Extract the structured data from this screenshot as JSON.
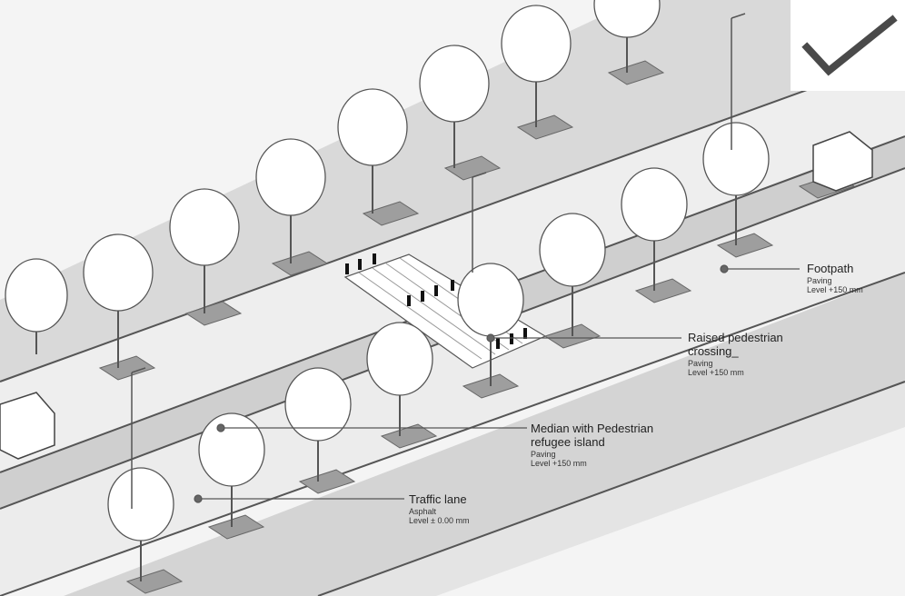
{
  "labels": {
    "footpath": {
      "title": "Footpath",
      "material": "Paving",
      "level": "Level  +150 mm"
    },
    "crossing": {
      "title_line1": "Raised pedestrian",
      "title_line2": "crossing_",
      "material": "Paving",
      "level": "Level  +150 mm"
    },
    "median": {
      "title_line1": "Median with Pedestrian",
      "title_line2": "refugee island",
      "material": "Paving",
      "level": "Level  +150 mm"
    },
    "traffic": {
      "title": "Traffic lane",
      "material": "Asphalt",
      "level": "Level ± 0.00 mm"
    }
  },
  "colors": {
    "background": "#f4f4f4",
    "footpath_fill": "#d6d6d6",
    "road_fill": "#ececec",
    "median_fill": "#cfcfcf",
    "tree_pit": "#9a9a9a",
    "line": "#444444",
    "check": "#4a4a4a"
  },
  "icons": {
    "check": "check-icon"
  }
}
